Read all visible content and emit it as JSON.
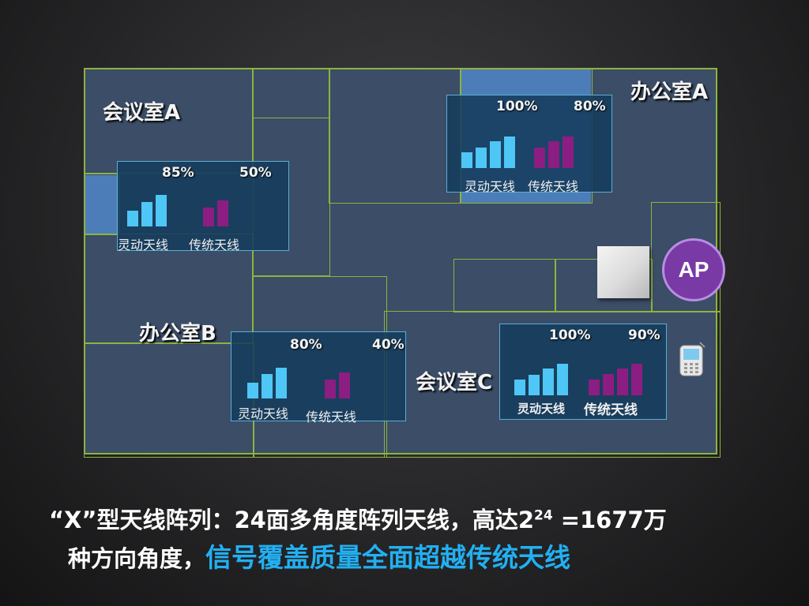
{
  "rooms": {
    "meeting_a": "会议室A",
    "office_a": "办公室A",
    "office_b": "办公室B",
    "meeting_c": "会议室C"
  },
  "panels": [
    {
      "smart_pct": "85%",
      "legacy_pct": "50%",
      "smart_label": "灵动天线",
      "legacy_label": "传统天线",
      "smart_bars": [
        0.45,
        0.7,
        0.9
      ],
      "legacy_bars": [
        0.55,
        0.75
      ]
    },
    {
      "smart_pct": "100%",
      "legacy_pct": "80%",
      "smart_label": "灵动天线",
      "legacy_label": "传统天线",
      "smart_bars": [
        0.45,
        0.6,
        0.78,
        0.92
      ],
      "legacy_bars": [
        0.6,
        0.78,
        0.92
      ]
    },
    {
      "smart_pct": "80%",
      "legacy_pct": "40%",
      "smart_label": "灵动天线",
      "legacy_label": "传统天线",
      "smart_bars": [
        0.45,
        0.7,
        0.88
      ],
      "legacy_bars": [
        0.55,
        0.75
      ]
    },
    {
      "smart_pct": "100%",
      "legacy_pct": "90%",
      "smart_label": "灵动天线",
      "legacy_label": "传统天线",
      "smart_bars": [
        0.45,
        0.6,
        0.78,
        0.92
      ],
      "legacy_bars": [
        0.45,
        0.62,
        0.78,
        0.92
      ]
    }
  ],
  "ap_badge": "AP",
  "caption": {
    "line1_main": "“X”型天线阵列：24面多角度阵列天线，高达2",
    "line1_exp": "24",
    "line1_tail": "=1677万",
    "line2_normal": "种方向角度，",
    "line2_highlight": "信号覆盖质量全面超越传统天线"
  },
  "colors": {
    "background": "#2b2b2d",
    "floor": "#3b4d67",
    "wall": "#8cb43e",
    "tile": "#4d7db8",
    "panel": "#163c5c",
    "smart_bar": "#4ec6f6",
    "legacy_bar": "#8c1d82",
    "ap_badge": "#7a3aa6",
    "highlight_text": "#22b0f2"
  },
  "icons": [
    "ap-device-icon",
    "phone-icon"
  ]
}
